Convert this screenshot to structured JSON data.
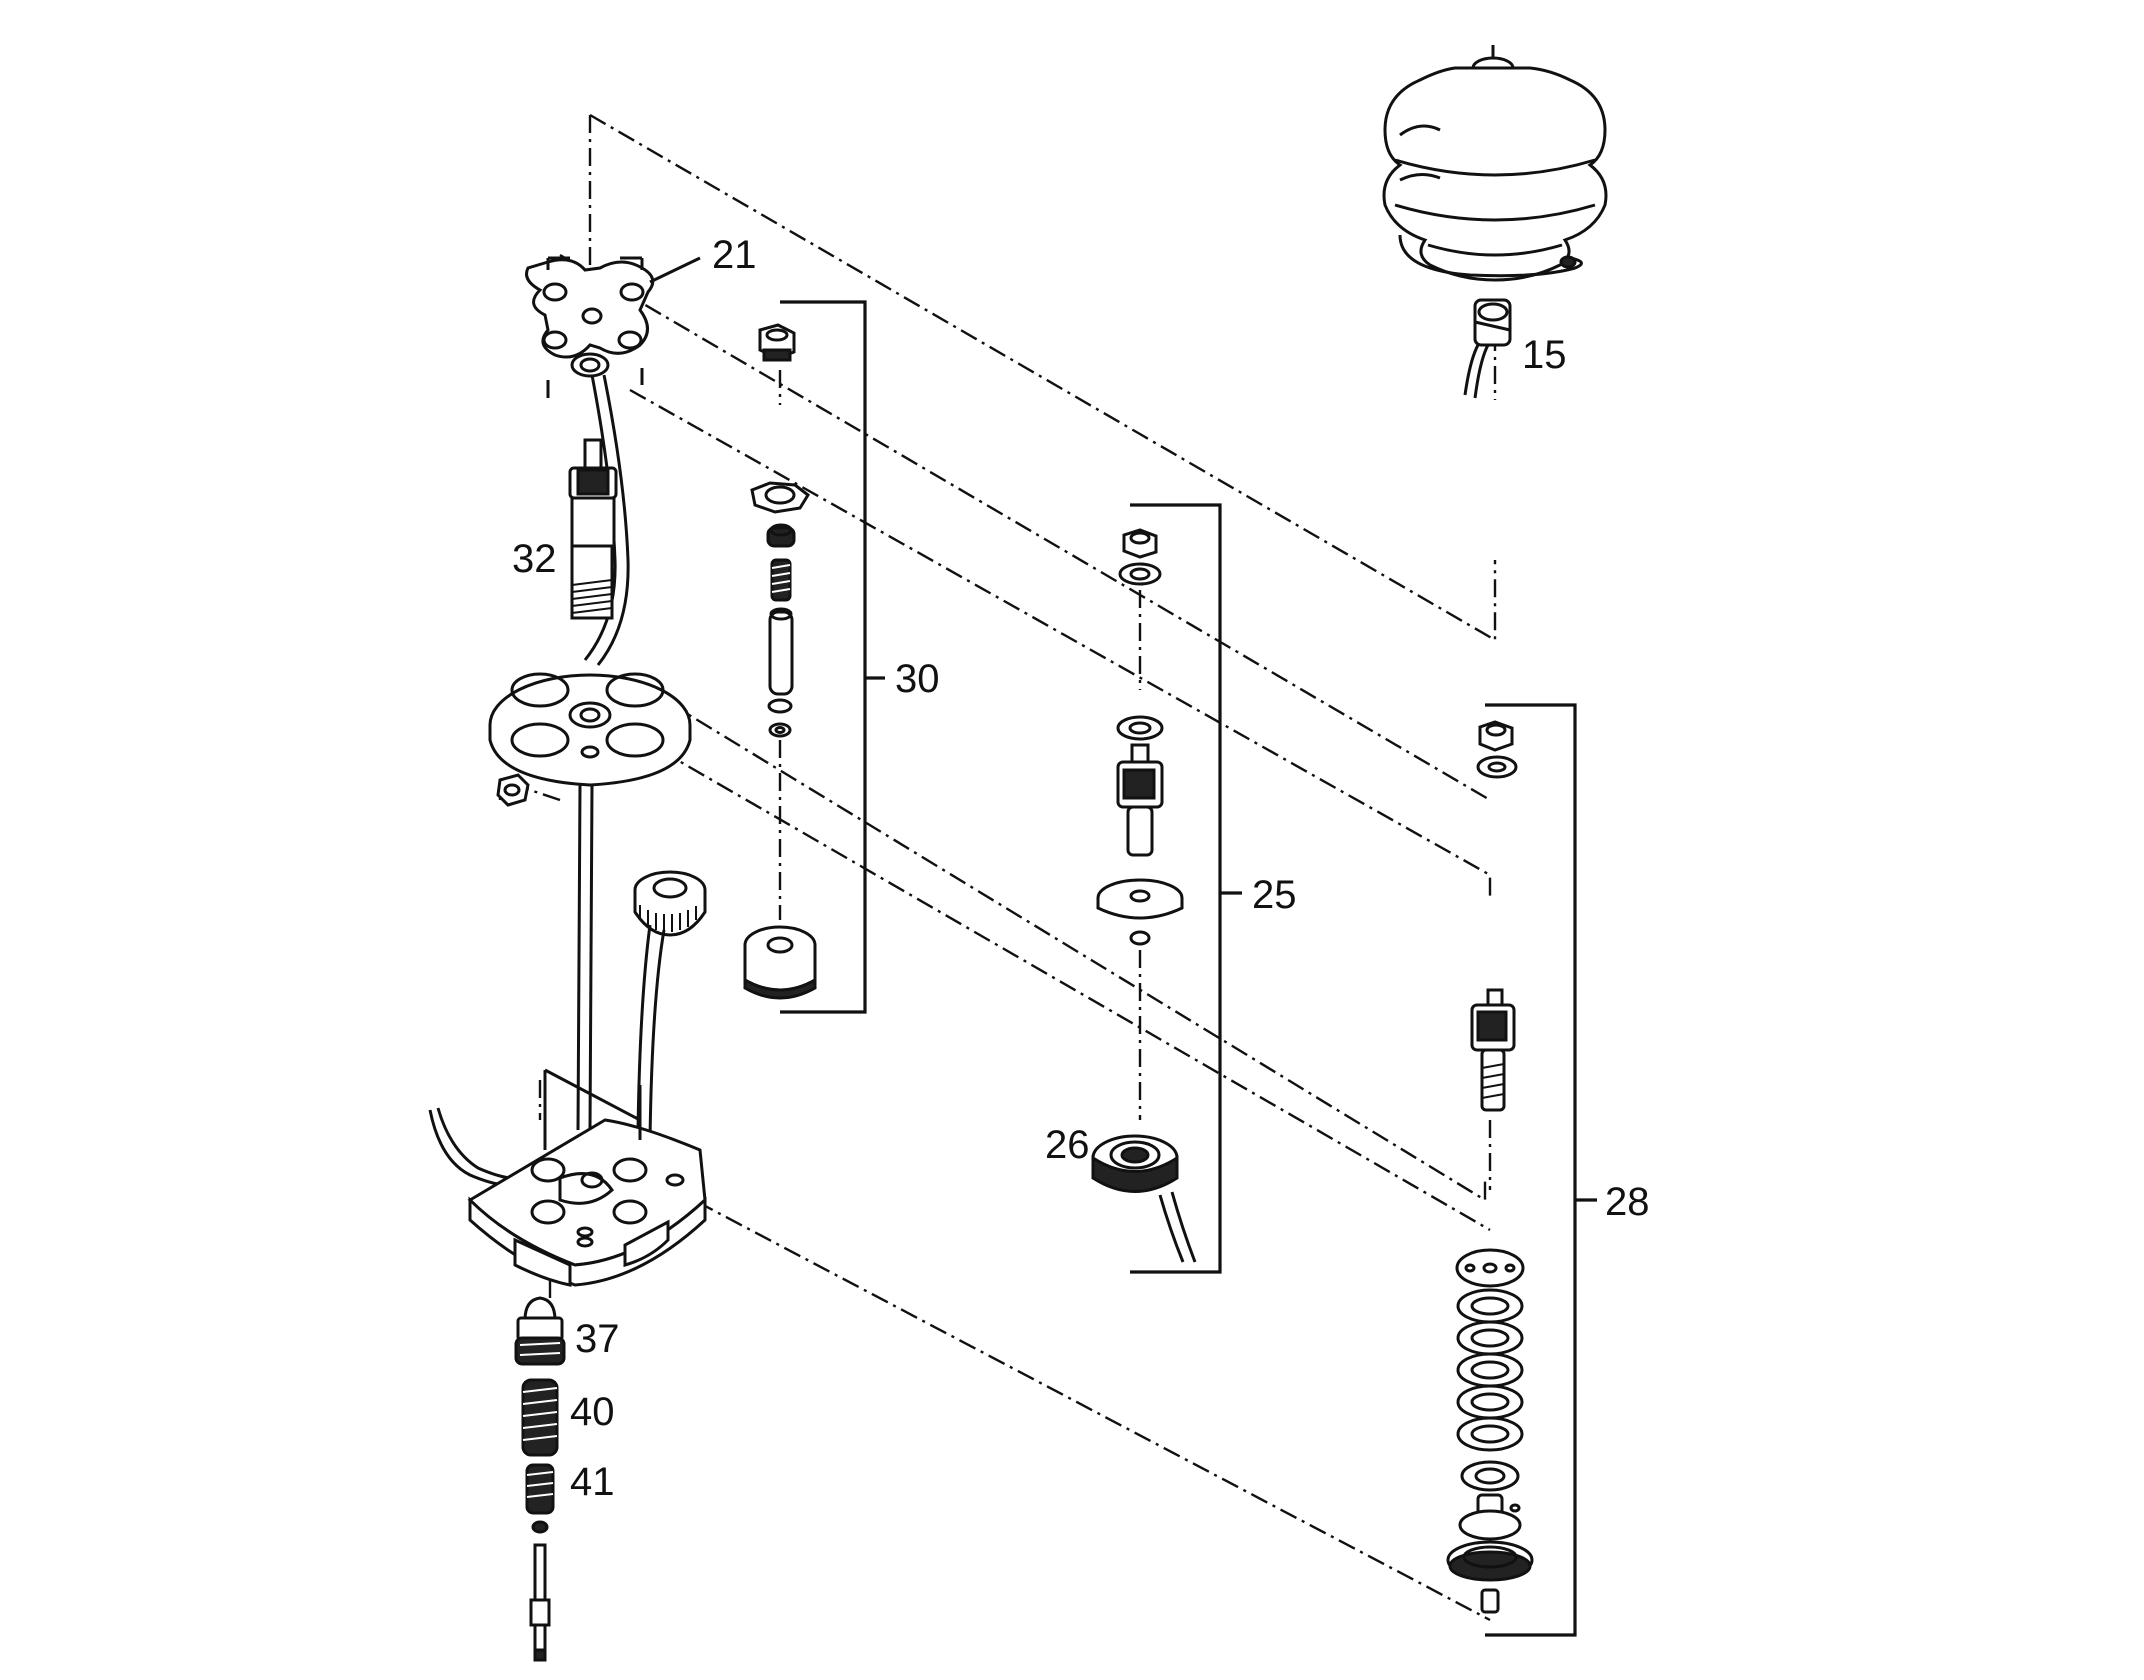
{
  "labels": {
    "p15": "15",
    "p21": "21",
    "p25": "25",
    "p26": "26",
    "p28": "28",
    "p30": "30",
    "p32": "32",
    "p37": "37",
    "p40": "40",
    "p41": "41"
  },
  "colors": {
    "ink": "#111111",
    "paper": "#ffffff"
  }
}
